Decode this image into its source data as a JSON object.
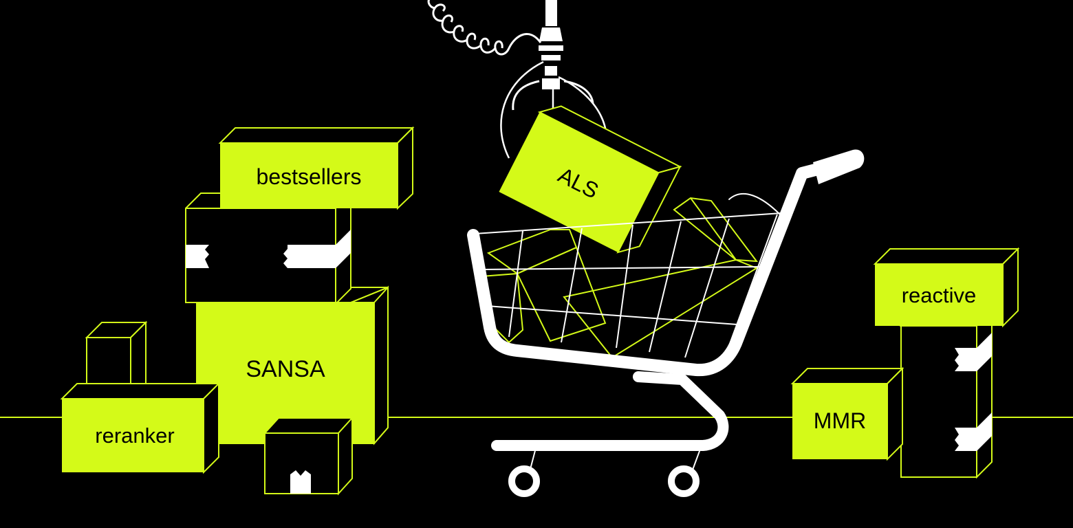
{
  "illustration": {
    "colors": {
      "background": "#000000",
      "accent": "#d4fa18",
      "outline": "#d4fa18",
      "cart": "#ffffff",
      "text": "#000000"
    },
    "boxes": {
      "bestsellers": "bestsellers",
      "sansa": "SANSA",
      "reranker": "reranker",
      "als": "ALS",
      "reactive": "reactive",
      "mmr": "MMR"
    }
  }
}
